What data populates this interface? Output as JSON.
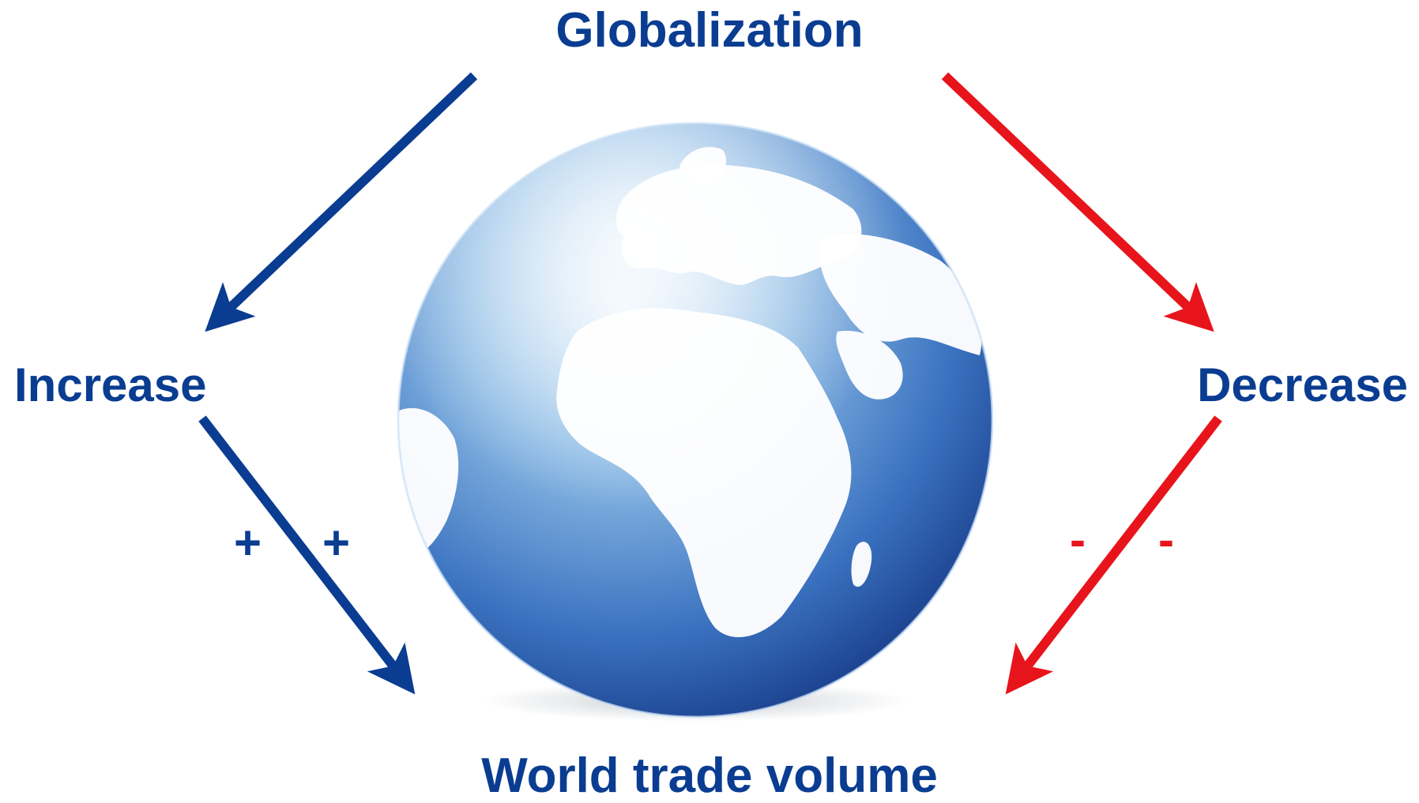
{
  "labels": {
    "top": "Globalization",
    "left": "Increase",
    "right": "Decrease",
    "bottom": "World trade volume"
  },
  "signs": {
    "plus_left": "+",
    "plus_right": "+",
    "minus_left": "-",
    "minus_right": "-"
  },
  "colors": {
    "positive": "#0a3d91",
    "negative": "#e8141b",
    "globe_dark": "#1f4fa0",
    "globe_light": "#bcd8f2"
  },
  "icons": {
    "center": "globe-icon"
  }
}
